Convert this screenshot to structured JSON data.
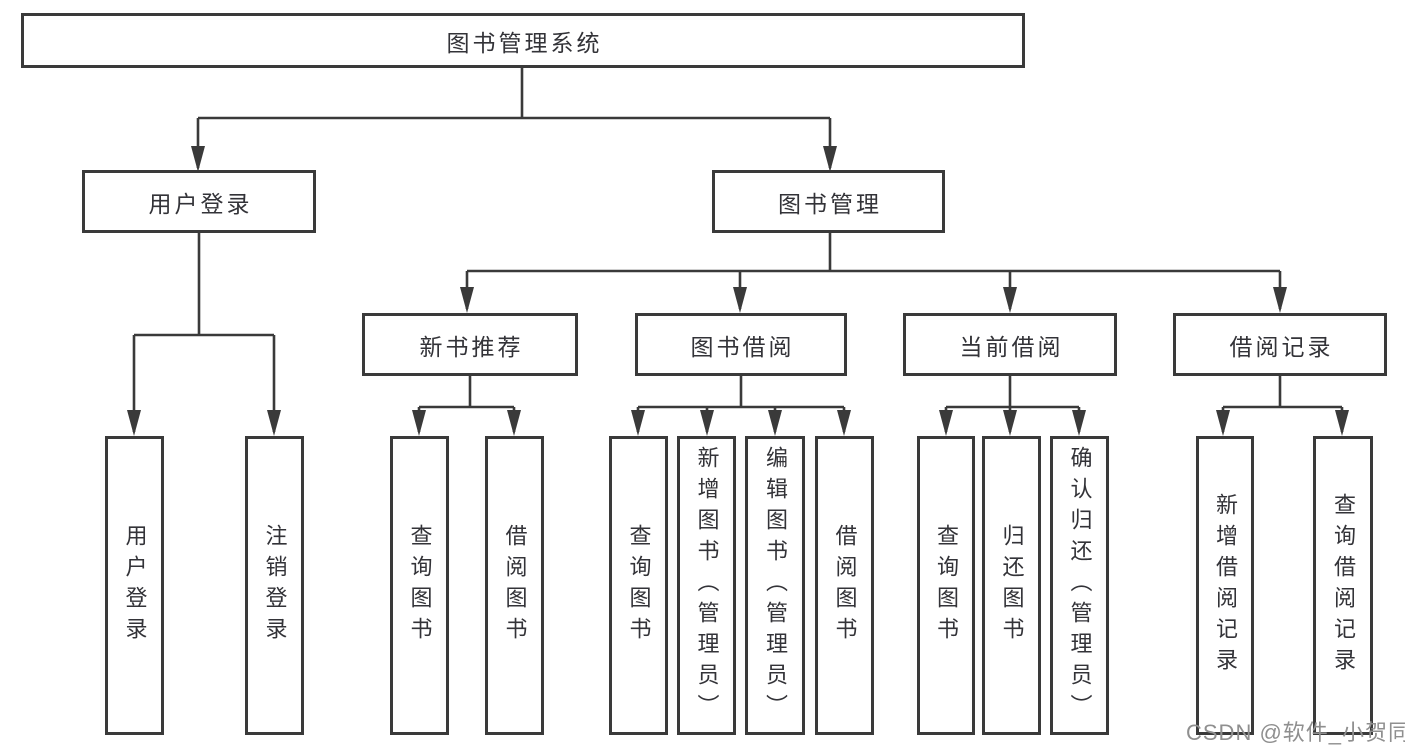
{
  "tree": {
    "root": {
      "label": "图书管理系统",
      "children": [
        {
          "label": "用户登录",
          "children": [
            {
              "label": "用户登录"
            },
            {
              "label": "注销登录"
            }
          ]
        },
        {
          "label": "图书管理",
          "children": [
            {
              "label": "新书推荐",
              "children": [
                {
                  "label": "查询图书"
                },
                {
                  "label": "借阅图书"
                }
              ]
            },
            {
              "label": "图书借阅",
              "children": [
                {
                  "label": "查询图书"
                },
                {
                  "label": "新增图书（管理员）"
                },
                {
                  "label": "编辑图书（管理员）"
                },
                {
                  "label": "借阅图书"
                }
              ]
            },
            {
              "label": "当前借阅",
              "children": [
                {
                  "label": "查询图书"
                },
                {
                  "label": "归还图书"
                },
                {
                  "label": "确认归还（管理员）"
                }
              ]
            },
            {
              "label": "借阅记录",
              "children": [
                {
                  "label": "新增借阅记录"
                },
                {
                  "label": "查询借阅记录"
                }
              ]
            }
          ]
        }
      ]
    }
  },
  "watermark": {
    "text": "CSDN @软件_小贺同学"
  },
  "colors": {
    "line": "#3a3a3a",
    "box_border": "#3a3a3a",
    "text": "#333338",
    "watermark": "#8f8f8f",
    "background": "#ffffff"
  }
}
